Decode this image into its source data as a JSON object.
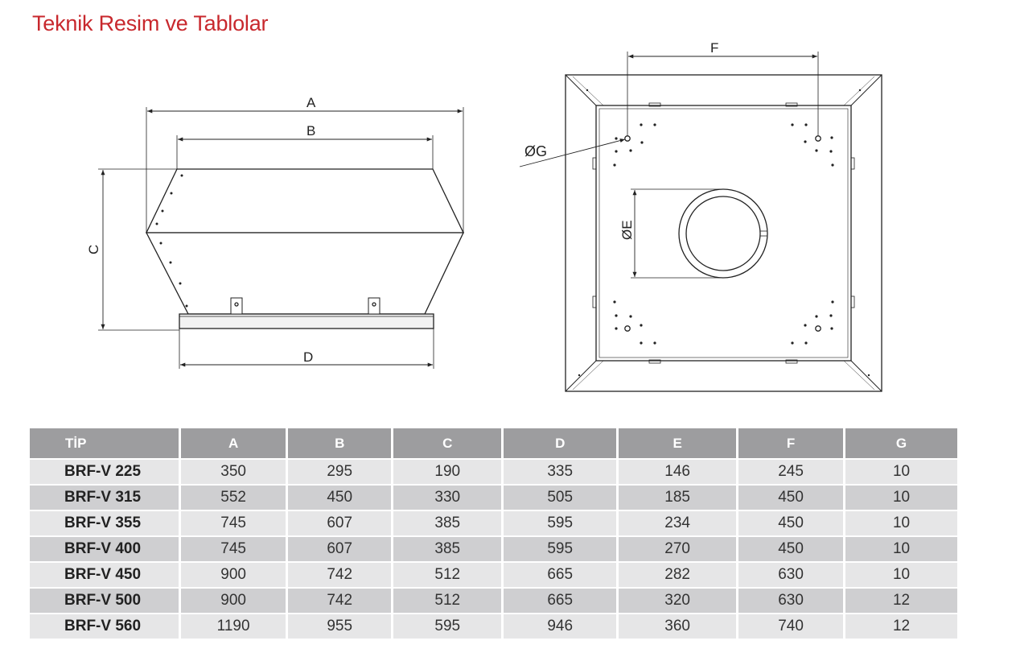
{
  "page_title": "Teknik Resim ve Tablolar",
  "drawing": {
    "side_labels": {
      "A": "A",
      "B": "B",
      "C": "C",
      "D": "D"
    },
    "top_labels": {
      "E": "ØE",
      "F": "F",
      "G": "ØG"
    }
  },
  "table": {
    "headers": [
      "TİP",
      "A",
      "B",
      "C",
      "D",
      "E",
      "F",
      "G"
    ],
    "rows": [
      [
        "BRF-V 225",
        "350",
        "295",
        "190",
        "335",
        "146",
        "245",
        "10"
      ],
      [
        "BRF-V 315",
        "552",
        "450",
        "330",
        "505",
        "185",
        "450",
        "10"
      ],
      [
        "BRF-V 355",
        "745",
        "607",
        "385",
        "595",
        "234",
        "450",
        "10"
      ],
      [
        "BRF-V 400",
        "745",
        "607",
        "385",
        "595",
        "270",
        "450",
        "10"
      ],
      [
        "BRF-V 450",
        "900",
        "742",
        "512",
        "665",
        "282",
        "630",
        "10"
      ],
      [
        "BRF-V 500",
        "900",
        "742",
        "512",
        "665",
        "320",
        "630",
        "12"
      ],
      [
        "BRF-V 560",
        "1190",
        "955",
        "595",
        "946",
        "360",
        "740",
        "12"
      ]
    ]
  },
  "colors": {
    "title": "#c8282d",
    "header_bg": "#9d9d9f",
    "row_light": "#e6e6e7",
    "row_dark": "#cfcfd1"
  }
}
